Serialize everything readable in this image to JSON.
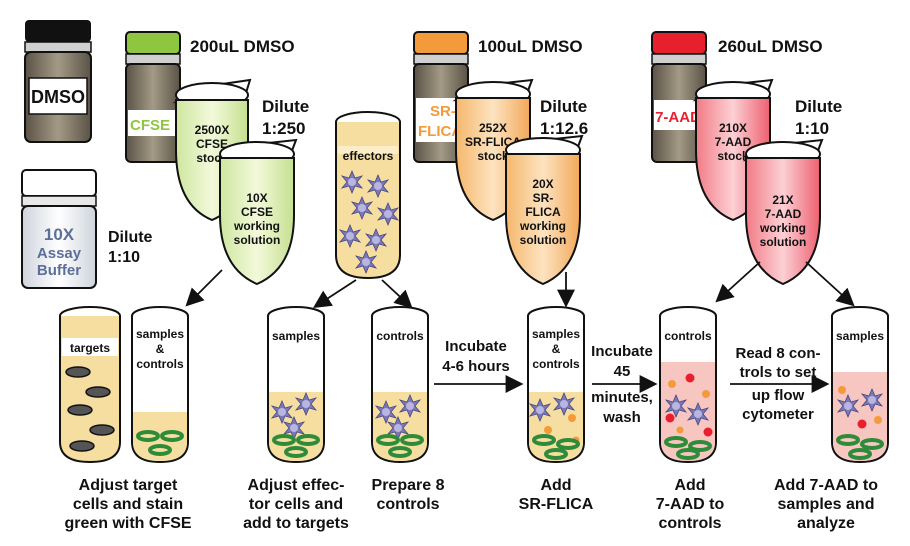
{
  "vials": {
    "dmso": "DMSO",
    "cfse": "CFSE",
    "srflica_1": "SR-",
    "srflica_2": "FLICA",
    "aad": "7-AAD",
    "buffer_1": "10X",
    "buffer_2": "Assay",
    "buffer_3": "Buffer"
  },
  "amounts": {
    "cfse": "200uL DMSO",
    "srflica": "100uL DMSO",
    "aad": "260uL DMSO"
  },
  "dilutions": {
    "cfse_1": "Dilute",
    "cfse_2": "1:250",
    "buffer_1": "Dilute",
    "buffer_2": "1:10",
    "srflica_1": "Dilute",
    "srflica_2": "1:12.6",
    "aad_1": "Dilute",
    "aad_2": "1:10"
  },
  "stocks": {
    "cfse": [
      "2500X",
      "CFSE",
      "stock"
    ],
    "srflica": [
      "252X",
      "SR-FLICA",
      "stock"
    ],
    "aad": [
      "210X",
      "7-AAD",
      "stock"
    ]
  },
  "working": {
    "cfse": [
      "10X",
      "CFSE",
      "working",
      "solution"
    ],
    "srflica": [
      "20X",
      "SR-",
      "FLICA",
      "working",
      "solution"
    ],
    "aad": [
      "21X",
      "7-AAD",
      "working",
      "solution"
    ]
  },
  "effectors_label": "effectors",
  "tubes": {
    "targets": "targets",
    "samples_controls_1": [
      "samples",
      "&",
      "controls"
    ],
    "samples_1": "samples",
    "controls_1": "controls",
    "samples_controls_2": [
      "samples",
      "&",
      "controls"
    ],
    "controls_2": "controls",
    "samples_2": "samples"
  },
  "incubations": {
    "first": [
      "Incubate",
      "4-6 hours"
    ],
    "second": [
      "Incubate",
      "45",
      "minutes,",
      "wash"
    ],
    "read": [
      "Read 8 con-",
      "trols to set",
      "up flow",
      "cytometer"
    ]
  },
  "steps": {
    "step1": [
      "Adjust target",
      "cells and stain",
      "green with CFSE"
    ],
    "step2": [
      "Adjust effec-",
      "tor cells and",
      "add to targets"
    ],
    "step3": [
      "Prepare 8",
      "controls"
    ],
    "step4": [
      "Add",
      "SR-FLICA"
    ],
    "step5": [
      "Add",
      "7-AAD to",
      "controls"
    ],
    "step6": [
      "Add 7-AAD to",
      "samples and",
      "analyze"
    ]
  },
  "colors": {
    "cfse": "#8fc63f",
    "srflica": "#f39a3a",
    "aad": "#e8202e",
    "green_cell": "#2e8b3a",
    "effector": "#7a78b8",
    "yellow_medium": "#f6deA0",
    "pink_medium": "#f7c6c0"
  }
}
